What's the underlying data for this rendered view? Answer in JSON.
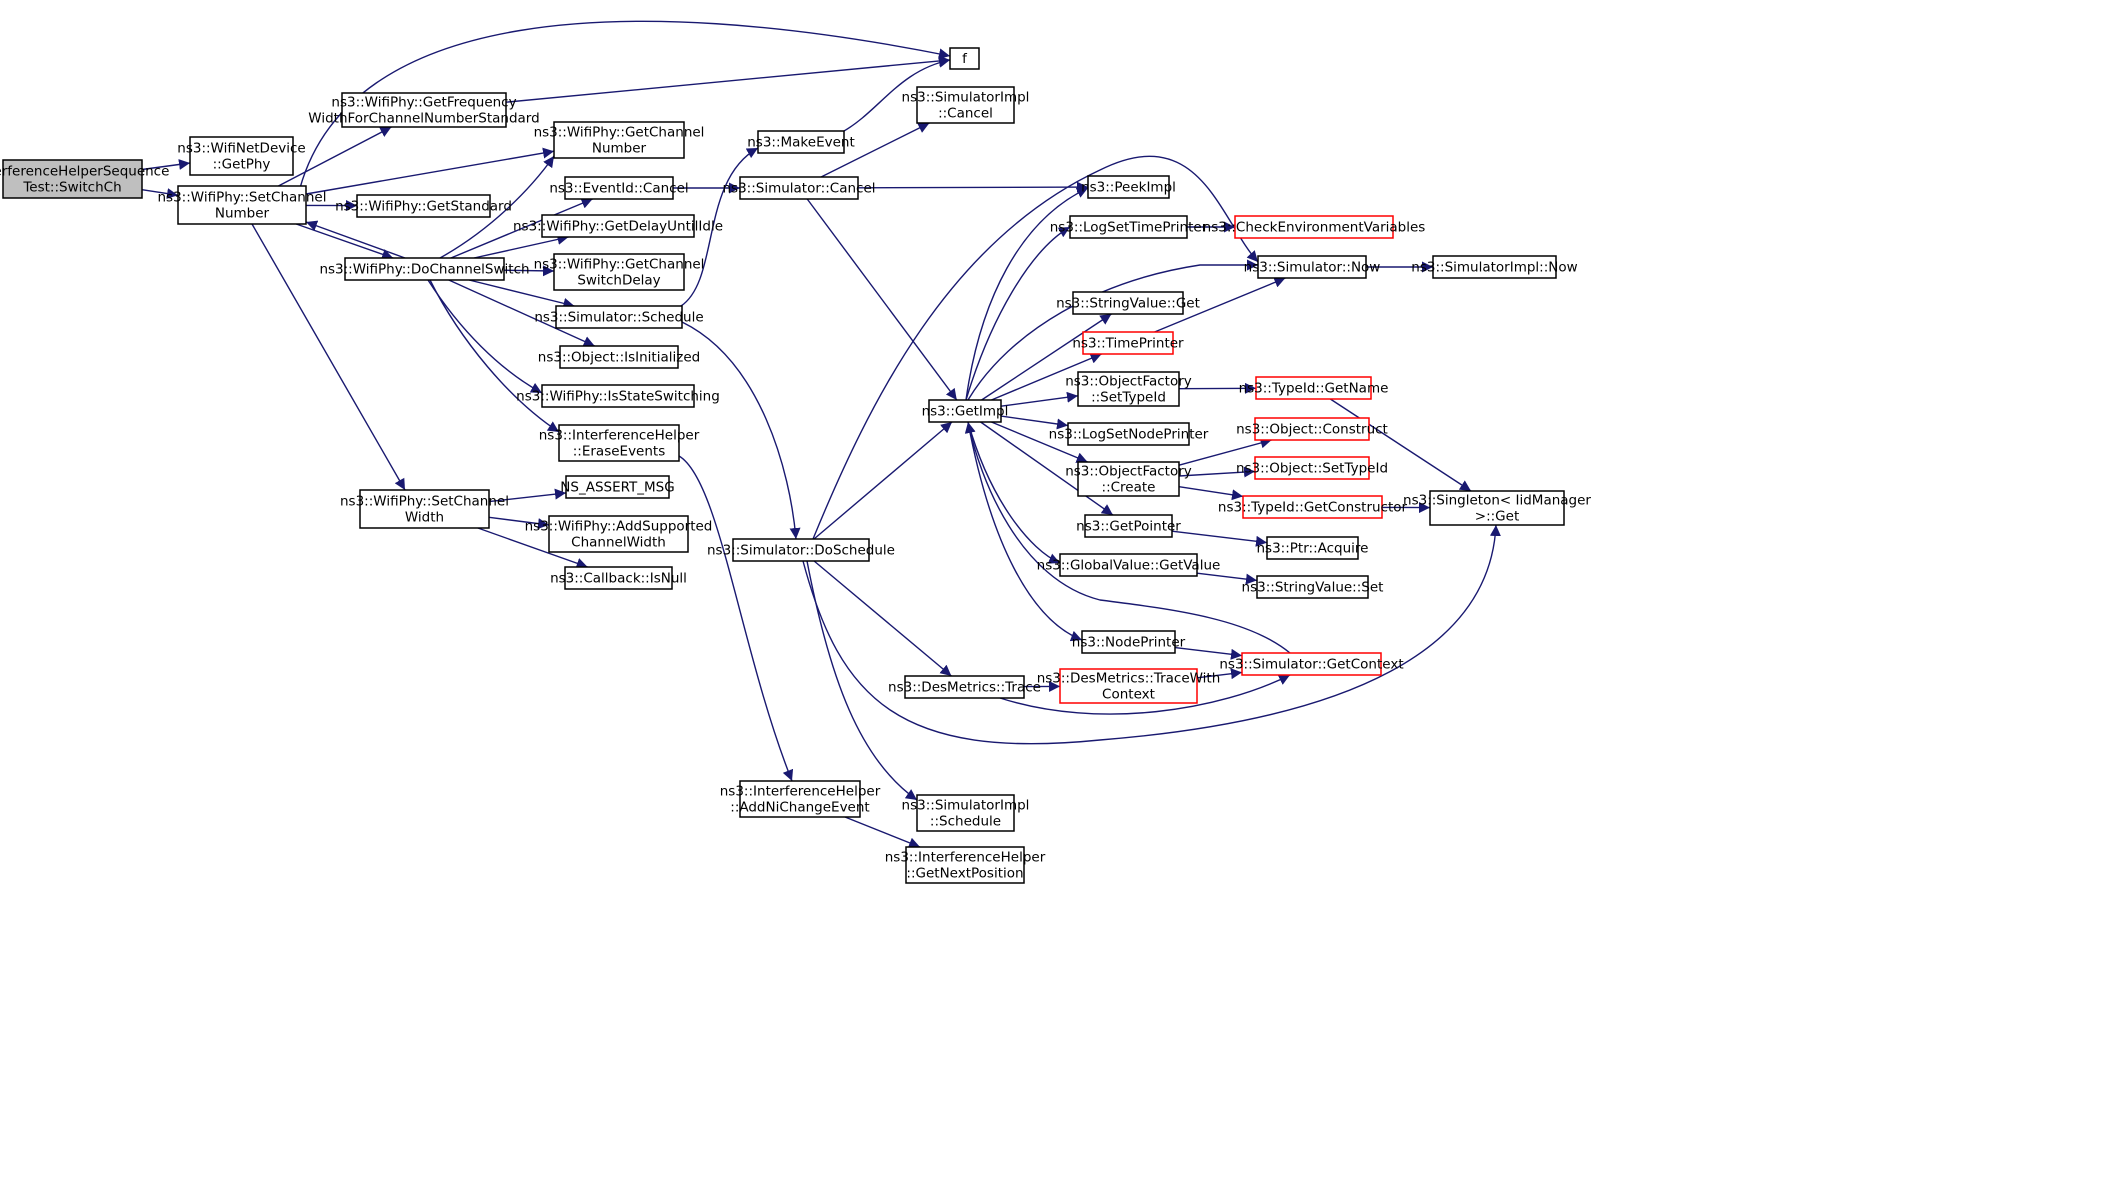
{
  "colors": {
    "edge": "#191970",
    "node_border": "#000000",
    "node_fill": "#ffffff",
    "truncated_border": "#ff0000",
    "root_fill": "#bfbfbf"
  },
  "nodes": [
    {
      "id": "switchch",
      "lines": [
        "InterferenceHelperSequence",
        "Test::SwitchCh"
      ],
      "style": "root"
    },
    {
      "id": "getphy",
      "lines": [
        "ns3::WifiNetDevice",
        "::GetPhy"
      ],
      "style": "normal"
    },
    {
      "id": "setchannelnumber",
      "lines": [
        "ns3::WifiPhy::SetChannel",
        "Number"
      ],
      "style": "normal"
    },
    {
      "id": "f",
      "lines": [
        "f"
      ],
      "style": "normal"
    },
    {
      "id": "getfreqwidth",
      "lines": [
        "ns3::WifiPhy::GetFrequency",
        "WidthForChannelNumberStandard"
      ],
      "style": "normal"
    },
    {
      "id": "getchannelnumber",
      "lines": [
        "ns3::WifiPhy::GetChannel",
        "Number"
      ],
      "style": "normal"
    },
    {
      "id": "getstandard",
      "lines": [
        "ns3::WifiPhy::GetStandard"
      ],
      "style": "normal"
    },
    {
      "id": "dochannelswitch",
      "lines": [
        "ns3::WifiPhy::DoChannelSwitch"
      ],
      "style": "normal"
    },
    {
      "id": "setchannelwidth",
      "lines": [
        "ns3::WifiPhy::SetChannel",
        "Width"
      ],
      "style": "normal"
    },
    {
      "id": "eventidcancel",
      "lines": [
        "ns3::EventId::Cancel"
      ],
      "style": "normal"
    },
    {
      "id": "getdelayuntilidle",
      "lines": [
        "ns3::WifiPhy::GetDelayUntilIdle"
      ],
      "style": "normal"
    },
    {
      "id": "getchannelswitchdelay",
      "lines": [
        "ns3::WifiPhy::GetChannel",
        "SwitchDelay"
      ],
      "style": "normal"
    },
    {
      "id": "schedule",
      "lines": [
        "ns3::Simulator::Schedule"
      ],
      "style": "normal"
    },
    {
      "id": "isinitialized",
      "lines": [
        "ns3::Object::IsInitialized"
      ],
      "style": "normal"
    },
    {
      "id": "isstateswitching",
      "lines": [
        "ns3::WifiPhy::IsStateSwitching"
      ],
      "style": "normal"
    },
    {
      "id": "eraseevents",
      "lines": [
        "ns3::InterferenceHelper",
        "::EraseEvents"
      ],
      "style": "normal"
    },
    {
      "id": "nsassertmsg",
      "lines": [
        "NS_ASSERT_MSG"
      ],
      "style": "normal"
    },
    {
      "id": "addsupportedwidth",
      "lines": [
        "ns3::WifiPhy::AddSupported",
        "ChannelWidth"
      ],
      "style": "normal"
    },
    {
      "id": "callbackisnull",
      "lines": [
        "ns3::Callback::IsNull"
      ],
      "style": "normal"
    },
    {
      "id": "makeevent",
      "lines": [
        "ns3::MakeEvent"
      ],
      "style": "normal"
    },
    {
      "id": "simimplcancel",
      "lines": [
        "ns3::SimulatorImpl",
        "::Cancel"
      ],
      "style": "normal"
    },
    {
      "id": "simcancel",
      "lines": [
        "ns3::Simulator::Cancel"
      ],
      "style": "normal"
    },
    {
      "id": "doschedule",
      "lines": [
        "ns3::Simulator::DoSchedule"
      ],
      "style": "normal"
    },
    {
      "id": "addnichangeevent",
      "lines": [
        "ns3::InterferenceHelper",
        "::AddNiChangeEvent"
      ],
      "style": "normal"
    },
    {
      "id": "getimpl",
      "lines": [
        "ns3::GetImpl"
      ],
      "style": "normal"
    },
    {
      "id": "destrace",
      "lines": [
        "ns3::DesMetrics::Trace"
      ],
      "style": "normal"
    },
    {
      "id": "simimplschedule",
      "lines": [
        "ns3::SimulatorImpl",
        "::Schedule"
      ],
      "style": "normal"
    },
    {
      "id": "getnextposition",
      "lines": [
        "ns3::InterferenceHelper",
        "::GetNextPosition"
      ],
      "style": "normal"
    },
    {
      "id": "peekimpl",
      "lines": [
        "ns3::PeekImpl"
      ],
      "style": "normal"
    },
    {
      "id": "logsettimeprinter",
      "lines": [
        "ns3::LogSetTimePrinter"
      ],
      "style": "normal"
    },
    {
      "id": "checkenvvars",
      "lines": [
        "ns3::CheckEnvironmentVariables"
      ],
      "style": "truncated"
    },
    {
      "id": "simnow",
      "lines": [
        "ns3::Simulator::Now"
      ],
      "style": "normal"
    },
    {
      "id": "simimplnow",
      "lines": [
        "ns3::SimulatorImpl::Now"
      ],
      "style": "normal"
    },
    {
      "id": "stringvalueget",
      "lines": [
        "ns3::StringValue::Get"
      ],
      "style": "normal"
    },
    {
      "id": "timeprinter",
      "lines": [
        "ns3::TimePrinter"
      ],
      "style": "truncated"
    },
    {
      "id": "ofsettypeid",
      "lines": [
        "ns3::ObjectFactory",
        "::SetTypeId"
      ],
      "style": "normal"
    },
    {
      "id": "typeidgetname",
      "lines": [
        "ns3::TypeId::GetName"
      ],
      "style": "truncated"
    },
    {
      "id": "logsetnodeprinter",
      "lines": [
        "ns3::LogSetNodePrinter"
      ],
      "style": "normal"
    },
    {
      "id": "ofcreate",
      "lines": [
        "ns3::ObjectFactory",
        "::Create"
      ],
      "style": "normal"
    },
    {
      "id": "objconstruct",
      "lines": [
        "ns3::Object::Construct"
      ],
      "style": "truncated"
    },
    {
      "id": "objsettypeid",
      "lines": [
        "ns3::Object::SetTypeId"
      ],
      "style": "truncated"
    },
    {
      "id": "typeidgetconstructor",
      "lines": [
        "ns3::TypeId::GetConstructor"
      ],
      "style": "truncated"
    },
    {
      "id": "singletonget",
      "lines": [
        "ns3::Singleton< IidManager",
        " >::Get"
      ],
      "style": "normal"
    },
    {
      "id": "getpointer",
      "lines": [
        "ns3::GetPointer"
      ],
      "style": "normal"
    },
    {
      "id": "ptracquire",
      "lines": [
        "ns3::Ptr::Acquire"
      ],
      "style": "normal"
    },
    {
      "id": "gvgetvalue",
      "lines": [
        "ns3::GlobalValue::GetValue"
      ],
      "style": "normal"
    },
    {
      "id": "stringvalueset",
      "lines": [
        "ns3::StringValue::Set"
      ],
      "style": "normal"
    },
    {
      "id": "nodeprinter",
      "lines": [
        "ns3::NodePrinter"
      ],
      "style": "normal"
    },
    {
      "id": "simgetcontext",
      "lines": [
        "ns3::Simulator::GetContext"
      ],
      "style": "truncated"
    },
    {
      "id": "destracewithcontext",
      "lines": [
        "ns3::DesMetrics::TraceWith",
        "Context"
      ],
      "style": "truncated"
    }
  ],
  "edges": [
    [
      "switchch",
      "getphy"
    ],
    [
      "switchch",
      "setchannelnumber"
    ],
    [
      "setchannelnumber",
      "f"
    ],
    [
      "setchannelnumber",
      "getfreqwidth"
    ],
    [
      "setchannelnumber",
      "getchannelnumber"
    ],
    [
      "setchannelnumber",
      "getstandard"
    ],
    [
      "setchannelnumber",
      "dochannelswitch"
    ],
    [
      "setchannelnumber",
      "setchannelwidth"
    ],
    [
      "getfreqwidth",
      "f"
    ],
    [
      "dochannelswitch",
      "setchannelnumber"
    ],
    [
      "dochannelswitch",
      "getchannelnumber"
    ],
    [
      "dochannelswitch",
      "eventidcancel"
    ],
    [
      "dochannelswitch",
      "getdelayuntilidle"
    ],
    [
      "dochannelswitch",
      "getchannelswitchdelay"
    ],
    [
      "dochannelswitch",
      "schedule"
    ],
    [
      "dochannelswitch",
      "isinitialized"
    ],
    [
      "dochannelswitch",
      "isstateswitching"
    ],
    [
      "dochannelswitch",
      "eraseevents"
    ],
    [
      "setchannelwidth",
      "nsassertmsg"
    ],
    [
      "setchannelwidth",
      "addsupportedwidth"
    ],
    [
      "setchannelwidth",
      "callbackisnull"
    ],
    [
      "eventidcancel",
      "simcancel"
    ],
    [
      "schedule",
      "makeevent"
    ],
    [
      "schedule",
      "doschedule"
    ],
    [
      "makeevent",
      "f"
    ],
    [
      "eraseevents",
      "addnichangeevent"
    ],
    [
      "simcancel",
      "simimplcancel"
    ],
    [
      "simcancel",
      "peekimpl"
    ],
    [
      "simcancel",
      "getimpl"
    ],
    [
      "doschedule",
      "simnow"
    ],
    [
      "doschedule",
      "getimpl"
    ],
    [
      "doschedule",
      "destrace"
    ],
    [
      "doschedule",
      "simimplschedule"
    ],
    [
      "doschedule",
      "singletonget"
    ],
    [
      "addnichangeevent",
      "getnextposition"
    ],
    [
      "getimpl",
      "peekimpl"
    ],
    [
      "getimpl",
      "logsettimeprinter"
    ],
    [
      "getimpl",
      "simnow"
    ],
    [
      "getimpl",
      "stringvalueget"
    ],
    [
      "getimpl",
      "timeprinter"
    ],
    [
      "getimpl",
      "ofsettypeid"
    ],
    [
      "getimpl",
      "logsetnodeprinter"
    ],
    [
      "getimpl",
      "ofcreate"
    ],
    [
      "getimpl",
      "getpointer"
    ],
    [
      "getimpl",
      "gvgetvalue"
    ],
    [
      "getimpl",
      "nodeprinter"
    ],
    [
      "logsettimeprinter",
      "checkenvvars"
    ],
    [
      "simnow",
      "simimplnow"
    ],
    [
      "timeprinter",
      "simnow"
    ],
    [
      "ofsettypeid",
      "typeidgetname"
    ],
    [
      "typeidgetname",
      "singletonget"
    ],
    [
      "ofcreate",
      "objconstruct"
    ],
    [
      "ofcreate",
      "objsettypeid"
    ],
    [
      "ofcreate",
      "typeidgetconstructor"
    ],
    [
      "typeidgetconstructor",
      "singletonget"
    ],
    [
      "getpointer",
      "ptracquire"
    ],
    [
      "gvgetvalue",
      "stringvalueset"
    ],
    [
      "nodeprinter",
      "simgetcontext"
    ],
    [
      "simgetcontext",
      "getimpl"
    ],
    [
      "destrace",
      "destracewithcontext"
    ],
    [
      "destrace",
      "simgetcontext"
    ],
    [
      "destracewithcontext",
      "simgetcontext"
    ]
  ]
}
